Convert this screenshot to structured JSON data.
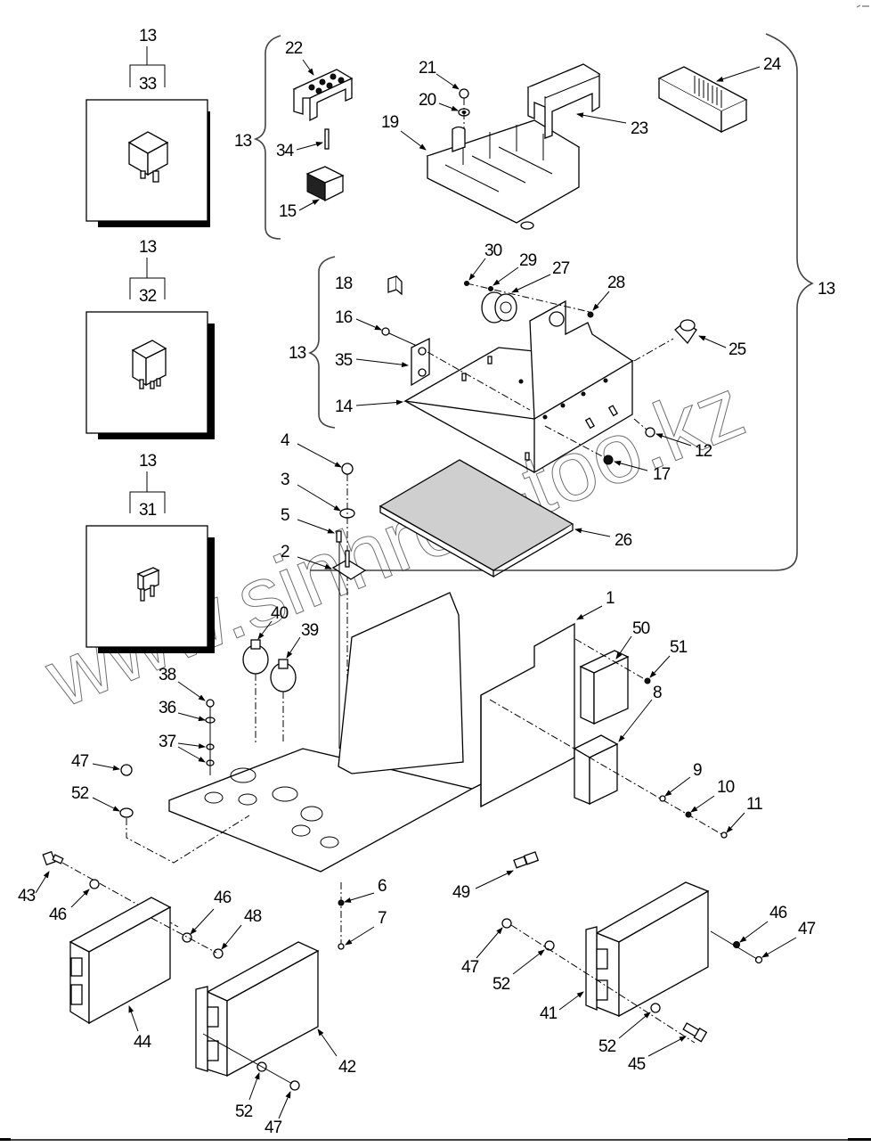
{
  "document": {
    "type": "exploded parts diagram",
    "watermark": "www.sinhron-too.kz",
    "inset_panels": [
      {
        "group_label": "13",
        "part_label": "33",
        "part_icon": "relay-large-icon"
      },
      {
        "group_label": "13",
        "part_label": "32",
        "part_icon": "relay-small-icon"
      },
      {
        "group_label": "13",
        "part_label": "31",
        "part_icon": "fuse-icon"
      }
    ],
    "brace_groups": [
      {
        "label": "13",
        "members": [
          "22",
          "34",
          "15"
        ]
      },
      {
        "label": "13",
        "members": [
          "18",
          "16",
          "35",
          "14"
        ]
      },
      {
        "label": "13",
        "members": [
          "19",
          "20",
          "21",
          "23",
          "24",
          "25",
          "26",
          "27",
          "28",
          "29",
          "30",
          "12",
          "17"
        ]
      }
    ],
    "callouts": {
      "c1": "1",
      "c2": "2",
      "c3": "3",
      "c4": "4",
      "c5": "5",
      "c6": "6",
      "c7": "7",
      "c8": "8",
      "c9": "9",
      "c10": "10",
      "c11": "11",
      "c12": "12",
      "c14": "14",
      "c15": "15",
      "c16": "16",
      "c17": "17",
      "c18": "18",
      "c19": "19",
      "c20": "20",
      "c21": "21",
      "c22": "22",
      "c23": "23",
      "c24": "24",
      "c25": "25",
      "c26": "26",
      "c27": "27",
      "c28": "28",
      "c29": "29",
      "c30": "30",
      "c34": "34",
      "c35": "35",
      "c36": "36",
      "c37": "37",
      "c38": "38",
      "c39": "39",
      "c40": "40",
      "c41": "41",
      "c42": "42",
      "c43": "43",
      "c44": "44",
      "c45": "45",
      "c46a": "46",
      "c46b": "46",
      "c46c": "46",
      "c47a": "47",
      "c47b": "47",
      "c47c": "47",
      "c47d": "47",
      "c48": "48",
      "c49": "49",
      "c50": "50",
      "c51": "51",
      "c52a": "52",
      "c52b": "52",
      "c52c": "52",
      "c52d": "52",
      "brace_a": "13",
      "brace_b": "13",
      "brace_c": "13"
    }
  }
}
